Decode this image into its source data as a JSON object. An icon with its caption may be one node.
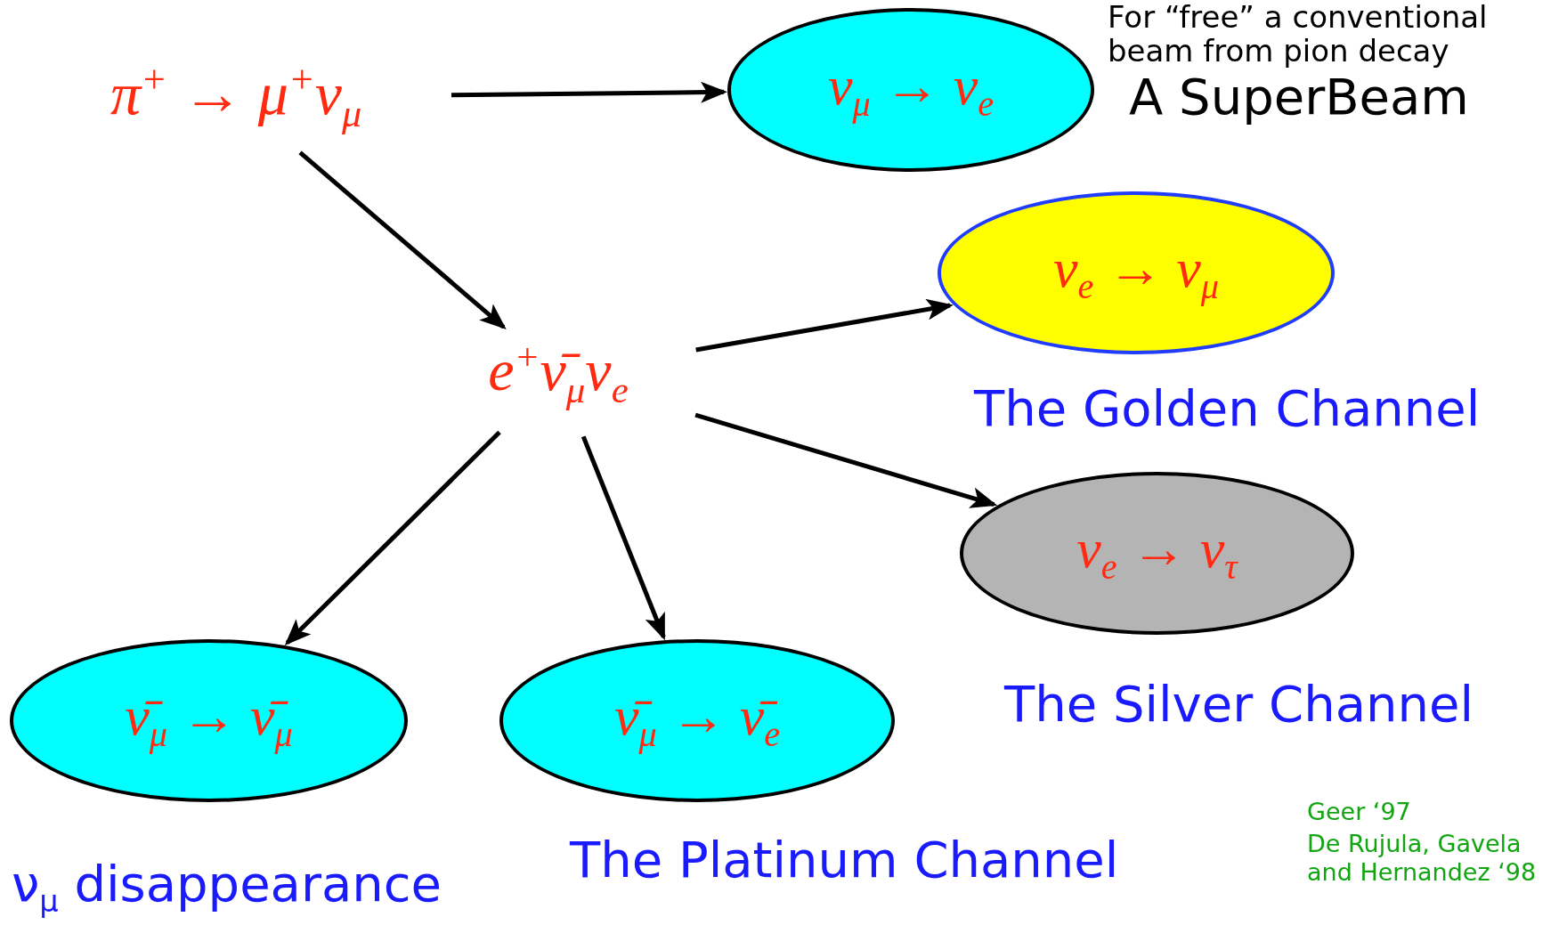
{
  "diagram": {
    "nodes": [
      {
        "text": [
          "π$^{+}$ → μ$^{+}$ν$_{μ}$"
        ]
      },
      {
        "text": [
          "ν$_{μ}$ → ν$_{e}$"
        ],
        "beside": [
          "For “free” a conventional beam from pion decay",
          "A SuperBeam"
        ]
      },
      {
        "text": [
          "e$^{+}$ν̄$_{μ}$ν$_{e}$"
        ]
      },
      {
        "text": [
          "ν$_{e}$ → ν$_{μ}$"
        ],
        "beside": [
          "The Golden Channel"
        ]
      },
      {
        "text": [
          "ν$_{e}$ → ν$_{τ}$"
        ],
        "beside": [
          "The Silver Channel"
        ]
      },
      {
        "text": [
          "ν̄$_{μ}$ → ν̄$_{μ}$"
        ],
        "beside": [
          "ν$_{μ}$ disappearance"
        ]
      },
      {
        "text": [
          "ν̄$_{μ}$ → ν̄$_{e}$"
        ],
        "beside": [
          "The Platinum Channel"
        ]
      }
    ],
    "edges": [
      {
        "from": 0,
        "to": 1,
        "arrow": "to"
      },
      {
        "from": 0,
        "to": 2,
        "arrow": "to"
      },
      {
        "from": 2,
        "to": 3,
        "arrow": "to"
      },
      {
        "from": 2,
        "to": 4,
        "arrow": "to"
      },
      {
        "from": 2,
        "to": 5,
        "arrow": "to"
      },
      {
        "from": 2,
        "to": 6,
        "arrow": "to"
      }
    ],
    "labels": [
      "Geer ‘97",
      "De Rujula, Gavela and Hernandez ‘98"
    ]
  }
}
